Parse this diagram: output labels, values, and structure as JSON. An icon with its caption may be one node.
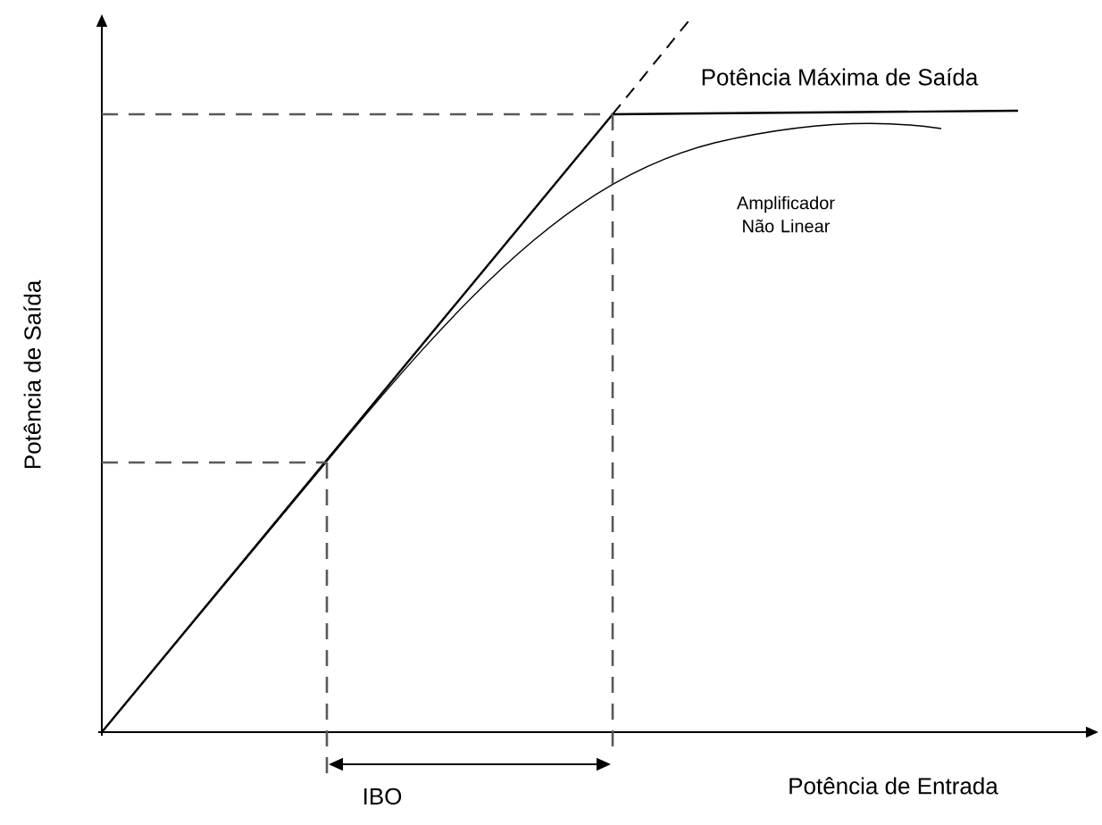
{
  "diagram": {
    "labels": [
      "Potência Máxima de Saída",
      "Amplificador Não Linear",
      "Potência de Saída",
      "IBO",
      "Potência de Entrada"
    ]
  }
}
